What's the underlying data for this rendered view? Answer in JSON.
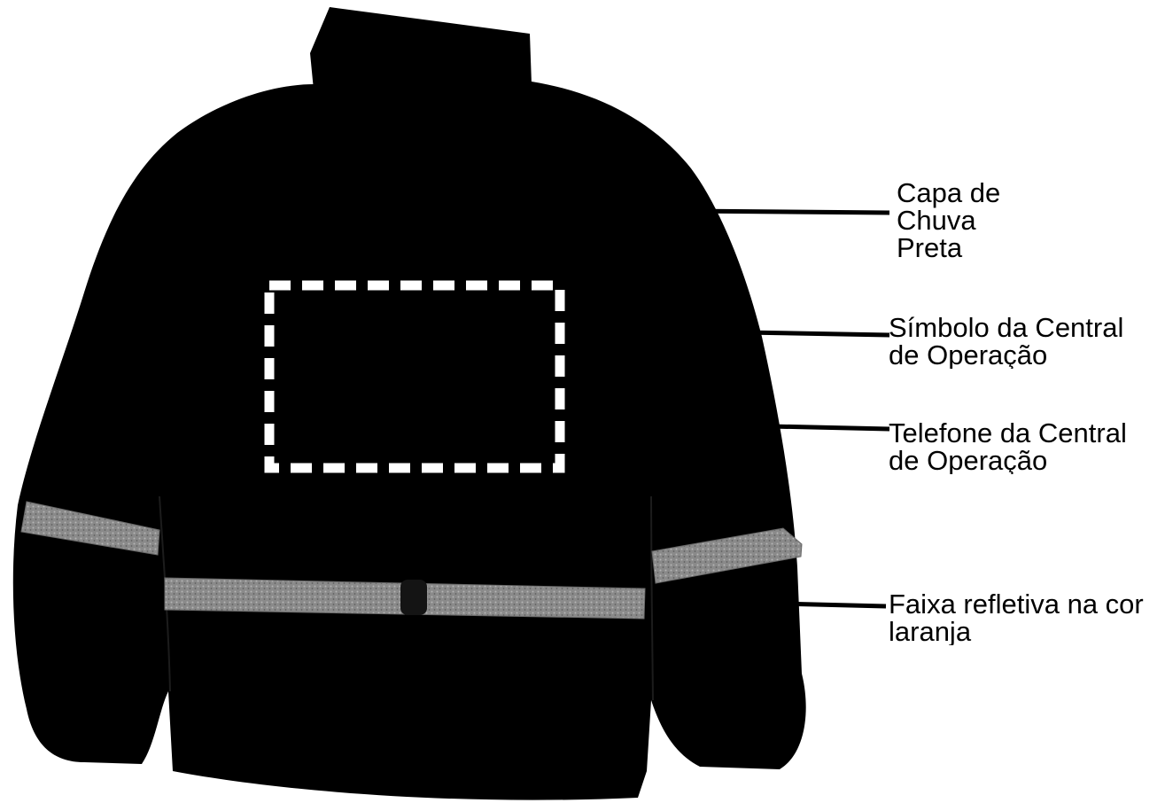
{
  "callouts": [
    {
      "lines": [
        "Capa de",
        "Chuva",
        "Preta"
      ]
    },
    {
      "lines": [
        "Símbolo da Central",
        "de Operação"
      ]
    },
    {
      "lines": [
        "Telefone da Central",
        "de Operação"
      ]
    },
    {
      "lines": [
        "Faixa refletiva na cor",
        "laranja"
      ]
    }
  ],
  "colors": {
    "jacket": "#000000",
    "reflective_stripe": "#8c8c8c",
    "dashed_frame": "#ffffff",
    "leader_line": "#000000",
    "background": "#ffffff"
  }
}
